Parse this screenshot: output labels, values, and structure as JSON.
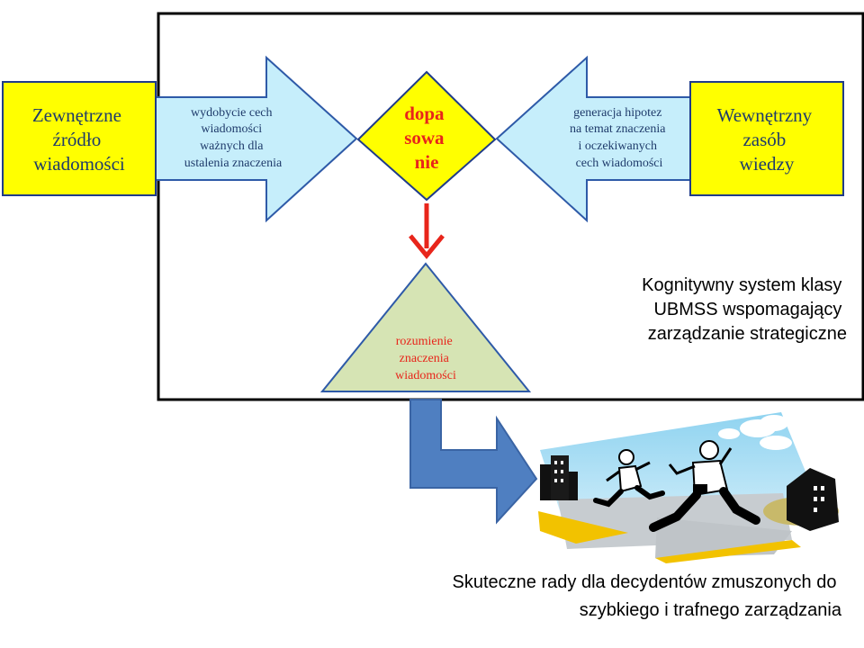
{
  "external_source": {
    "lines": [
      "Zewnętrzne",
      "źródło",
      "wiadomości"
    ]
  },
  "internal_resource": {
    "lines": [
      "Wewnętrzny",
      "zasób",
      "wiedzy"
    ]
  },
  "left_arrow": {
    "lines": [
      "wydobycie cech",
      "wiadomości",
      "ważnych dla",
      "ustalenia znaczenia"
    ]
  },
  "right_arrow": {
    "lines": [
      "generacja hipotez",
      "na temat znaczenia",
      "i oczekiwanych",
      "cech wiadomości"
    ]
  },
  "matching": {
    "lines": [
      "dopa",
      "sowa",
      "nie"
    ]
  },
  "understanding": {
    "lines": [
      "rozumienie",
      "znaczenia",
      "wiadomości"
    ]
  },
  "system_caption": {
    "lines": [
      "Kognitywny system klasy",
      "UBMSS wspomagający",
      "zarządzanie strategiczne"
    ]
  },
  "advice_caption": {
    "lines": [
      "Skuteczne rady dla decydentów zmuszonych do",
      "szybkiego i trafnego zarządzania"
    ]
  },
  "colors": {
    "yellow_box": "#ffff00",
    "box_border": "#1f3b8a",
    "arrow_fill": "#c6eefb",
    "arrow_border": "#2e5aa8",
    "triangle_fill": "#d6e4b4",
    "red_text": "#e8251b",
    "blue_text": "#1f3b6b",
    "big_arrow": "#4f7fc1"
  }
}
